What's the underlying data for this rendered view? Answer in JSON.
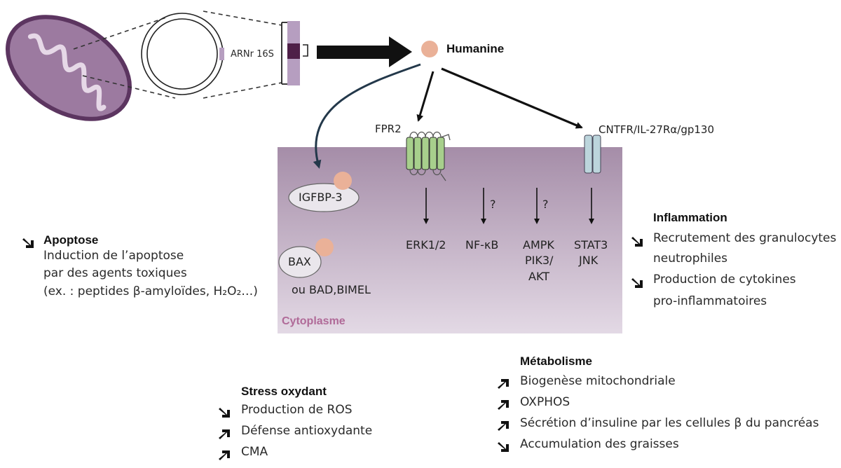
{
  "diagram": {
    "arn_label": "ARNr 16S",
    "humanine_label": "Humanine",
    "fpr2_label": "FPR2",
    "cntfr_label": "CNTFR/IL-27Rα/gp130",
    "igfbp3_label": "IGFBP-3",
    "bax_label": "BAX",
    "bad_label": "ou BAD,BIMEL",
    "cytoplasme_label": "Cytoplasme",
    "erk_label": "ERK1/2",
    "nfkb_label": "NF-κB",
    "ampk_lines": [
      "AMPK",
      "PIK3/",
      "AKT"
    ],
    "stat_lines": [
      "STAT3",
      "JNK"
    ],
    "question_mark": "?"
  },
  "apoptose": {
    "title": "Apoptose",
    "direction": "down",
    "lines": [
      "Induction de l’apoptose",
      "par des agents toxiques",
      "(ex. : peptides β-amyloïdes, H₂O₂…)"
    ]
  },
  "inflammation": {
    "title": "Inflammation",
    "items": [
      {
        "direction": "down",
        "lines": [
          "Recrutement des granulocytes",
          "neutrophiles"
        ]
      },
      {
        "direction": "down",
        "lines": [
          "Production de cytokines",
          "pro-inflammatoires"
        ]
      }
    ]
  },
  "stress": {
    "title": "Stress oxydant",
    "items": [
      {
        "direction": "down",
        "text": "Production de ROS"
      },
      {
        "direction": "up",
        "text": "Défense antioxydante"
      },
      {
        "direction": "up",
        "text": "CMA"
      }
    ]
  },
  "metabolisme": {
    "title": "Métabolisme",
    "items": [
      {
        "direction": "up",
        "text": "Biogenèse mitochondriale"
      },
      {
        "direction": "up",
        "text": "OXPHOS"
      },
      {
        "direction": "up",
        "text": "Sécrétion d’insuline par les cellules β du pancréas"
      },
      {
        "direction": "down",
        "text": "Accumulation des graisses"
      }
    ]
  },
  "colors": {
    "cytoplasm_top": "#a58da8",
    "cytoplasm_bottom": "#e3d9e5",
    "mito_fill": "#9c7aa0",
    "mito_stroke": "#5c3560",
    "peptide": "#eab198",
    "fpr2": "#a7cf8c",
    "cntfr": "#bcd5dc",
    "curved_arrow": "#23384a"
  }
}
